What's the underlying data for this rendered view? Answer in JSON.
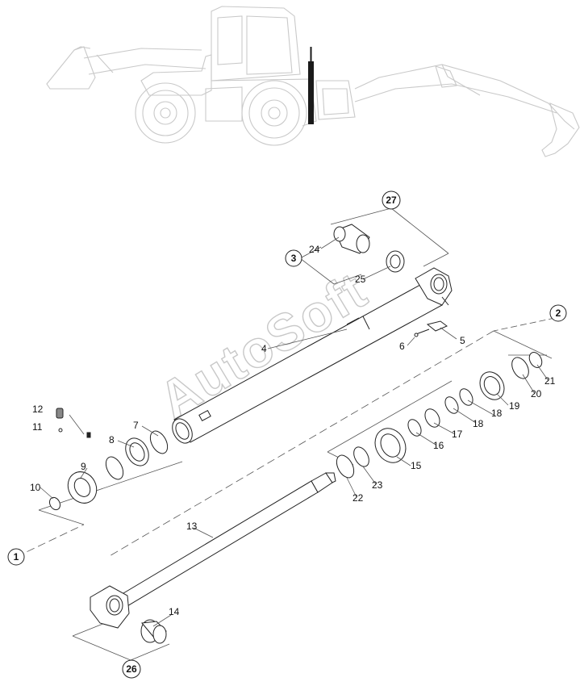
{
  "watermark": "AutoSoft",
  "callouts": {
    "p1": "1",
    "p2": "2",
    "p3": "3",
    "p4": "4",
    "p5": "5",
    "p6": "6",
    "p7": "7",
    "p8": "8",
    "p9": "9",
    "p10": "10",
    "p11": "11",
    "p12": "12",
    "p13": "13",
    "p14": "14",
    "p15": "15",
    "p16": "16",
    "p17": "17",
    "p18a": "18",
    "p18b": "18",
    "p19": "19",
    "p20": "20",
    "p21": "21",
    "p22": "22",
    "p23": "23",
    "p24": "24",
    "p25": "25",
    "p26": "26",
    "p27": "27"
  }
}
